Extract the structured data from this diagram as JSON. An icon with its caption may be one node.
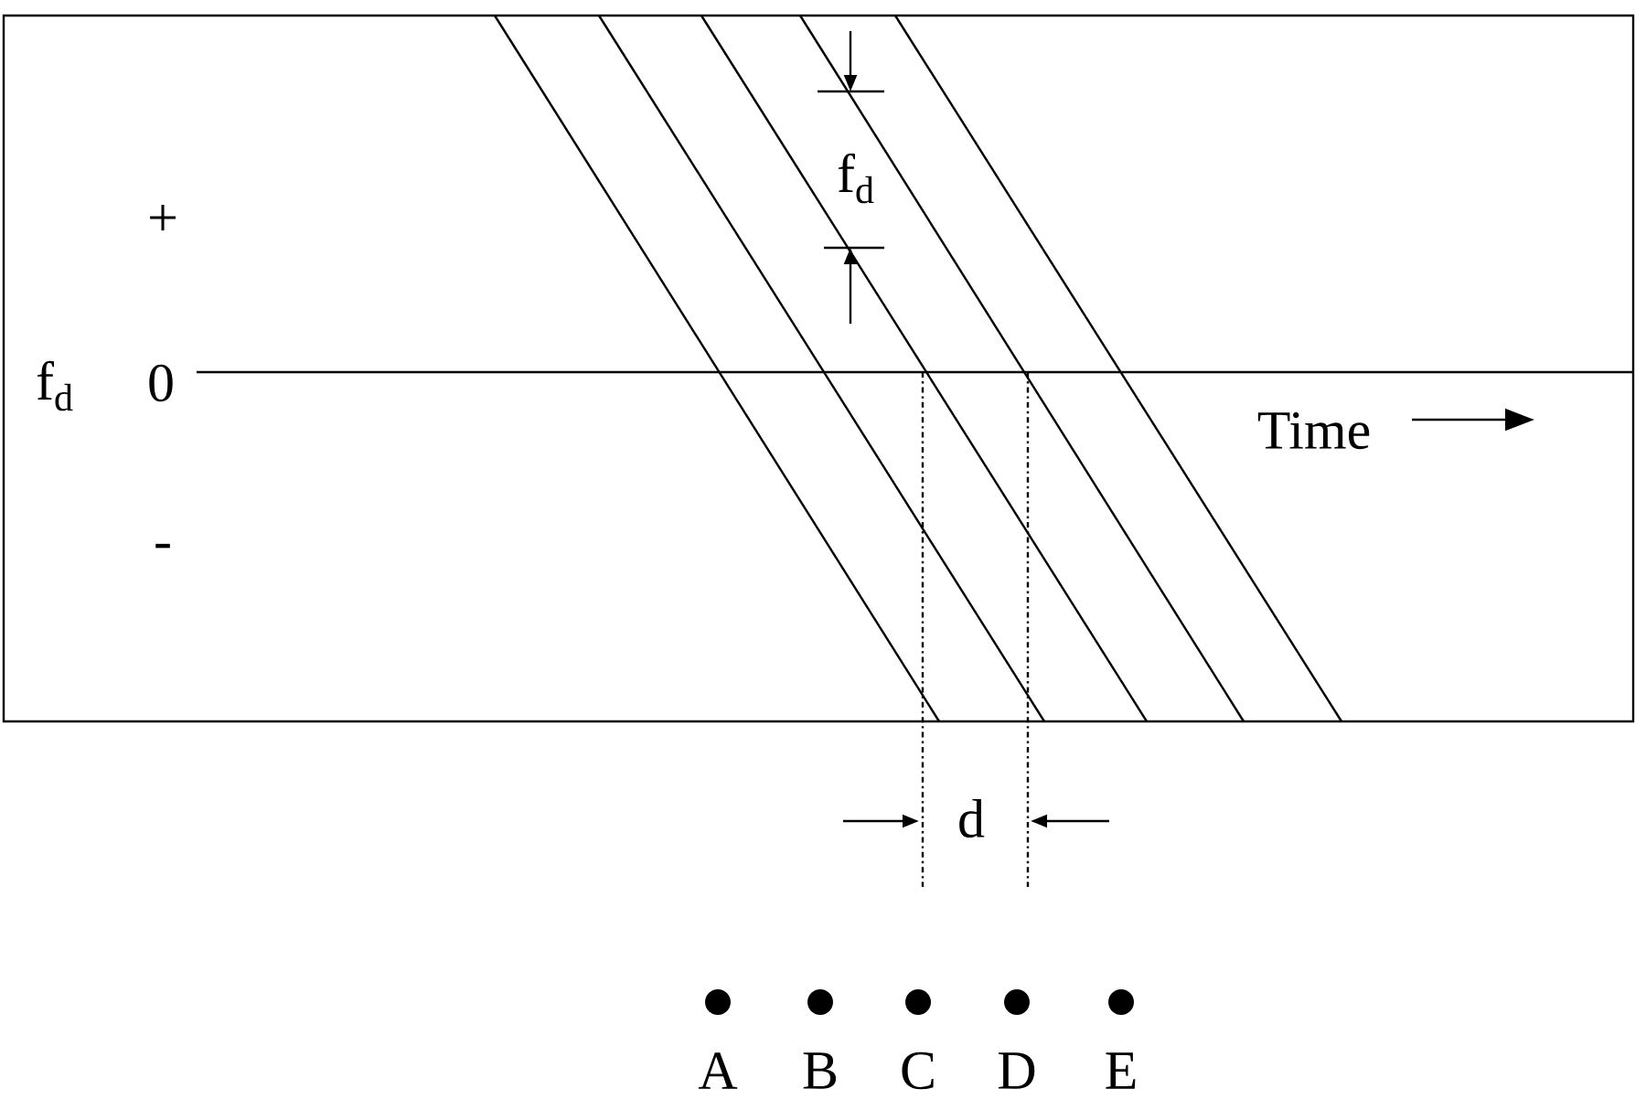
{
  "diagram": {
    "labels": [
      "f$_{d}$",
      "+",
      "f$_{d}$",
      "0",
      "Time",
      "-",
      "d",
      "A",
      "B",
      "C",
      "D",
      "E"
    ]
  }
}
